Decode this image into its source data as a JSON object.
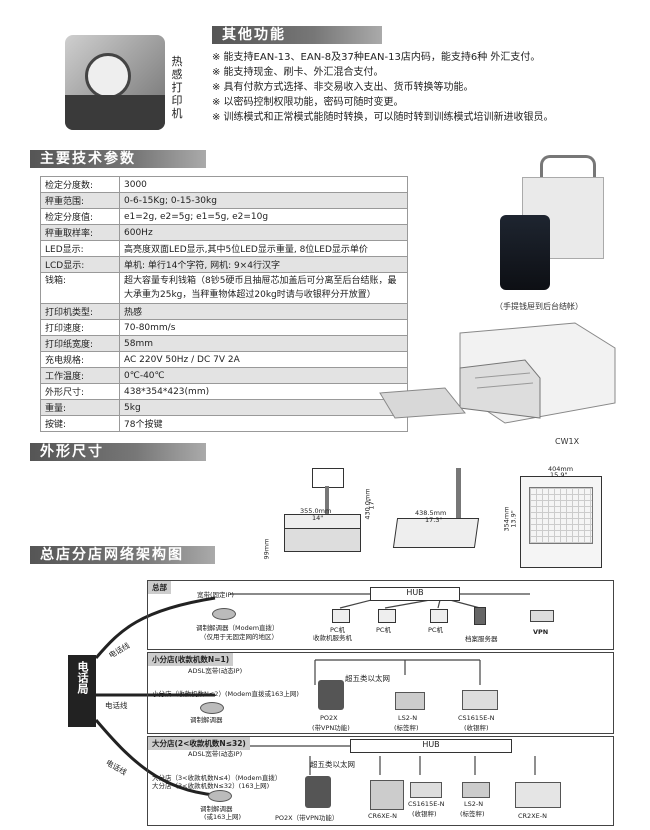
{
  "printer_label": [
    "热",
    "感",
    "打",
    "印",
    "机"
  ],
  "other_functions": {
    "title": "其他功能",
    "items": [
      "※ 能支持EAN-13、EAN-8及37种EAN-13店内码，能支持6种 外汇支付。",
      "※ 能支持现金、刷卡、外汇混合支付。",
      "※ 具有付款方式选择、非交易收入支出、货币转换等功能。",
      "※ 以密码控制权限功能，密码可随时变更。",
      "※ 训练模式和正常模式能随时转换，可以随时转到训练模式培训新进收银员。"
    ]
  },
  "specs": {
    "title": "主要技术参数",
    "rows": [
      {
        "k": "检定分度数:",
        "v": "3000"
      },
      {
        "k": "秤重范围:",
        "v": "0-6-15Kg; 0-15-30kg"
      },
      {
        "k": "检定分度值:",
        "v": "e1=2g, e2=5g; e1=5g, e2=10g"
      },
      {
        "k": "秤重取样率:",
        "v": "600Hz"
      },
      {
        "k": "LED显示:",
        "v": "高亮度双面LED显示,其中5位LED显示重量, 8位LED显示单价"
      },
      {
        "k": "LCD显示:",
        "v": "单机: 单行14个字符, 网机: 9×4行汉字"
      },
      {
        "k": "钱箱:",
        "v": "超大容量专利钱箱（8钞5硬币且抽屉芯加盖后可分离至后台结账，最大承重为25kg，当秤重物体超过20kg时请与收银秤分开放置）"
      },
      {
        "k": "打印机类型:",
        "v": "热感"
      },
      {
        "k": "打印速度:",
        "v": "70-80mm/s"
      },
      {
        "k": "打印纸宽度:",
        "v": "58mm"
      },
      {
        "k": "充电规格:",
        "v": "AC 220V  50Hz   / DC 7V  2A"
      },
      {
        "k": "工作温度:",
        "v": "0℃-40℃"
      },
      {
        "k": "外形尺寸:",
        "v": "438*354*423(mm)"
      },
      {
        "k": "重量:",
        "v": "5kg"
      },
      {
        "k": "按键:",
        "v": "78个按键"
      }
    ]
  },
  "captions": {
    "bag": "（手提钱屉到后台结帐）",
    "drawer": "CW1X"
  },
  "dimensions": {
    "title": "外形尺寸",
    "d1": "355.0mm",
    "d1b": "14\"",
    "d2": "430.0mm",
    "d2b": "17\"",
    "d3": "438.5mm",
    "d3b": "17.3\"",
    "d4": "404mm",
    "d4b": "15.9\"",
    "d5": "354mm",
    "d5b": "13.9\"",
    "d6": "99mm"
  },
  "network": {
    "title": "总店分店网络架构图",
    "phone_bureau": "电话局",
    "phone_line": "电话线",
    "hq": {
      "label": "总部",
      "broadband": "宽带(固定IP)",
      "hub": "HUB",
      "modem": "调制解调器（Modem直拨）",
      "modem_note": "（仅用于无固定网的地区）",
      "pc1": "PC机",
      "pc1b": "收款机服务机",
      "pc2": "PC机",
      "pc3": "PC机",
      "server": "档案服务器",
      "vpn": "VPN"
    },
    "small": {
      "label": "小分店(收款机数N=1)",
      "adsl": "ADSL宽带(动态IP)",
      "note": "小分店（收款机数N≤2）(Modem直拨或163上网)",
      "modem": "调制解调器",
      "ethernet": "超五类以太网",
      "po2x": "PO2X",
      "po2x_b": "(带VPN功能)",
      "ls2": "LS2-N",
      "ls2_b": "(标签秤)",
      "cs": "CS1615E-N",
      "cs_b": "(收银秤)"
    },
    "large": {
      "label": "大分店(2<收款机数N≤32)",
      "adsl": "ADSL宽带(动态IP)",
      "hub": "HUB",
      "ethernet": "超五类以太网",
      "note1": "大分店（3<收款机数N≤4）（Modem直拨）",
      "note2": "大分店（3<收款机数N≤32）(163上网)",
      "modem": "调制解调器",
      "modem_b": "(或163上网)",
      "po2x": "PO2X（带VPN功能）",
      "cr6": "CR6XE-N",
      "cs": "CS1615E-N",
      "cs_b": "(收银秤)",
      "ls2": "LS2-N",
      "ls2_b": "(标签秤)",
      "cr2": "CR2XE-N"
    }
  }
}
